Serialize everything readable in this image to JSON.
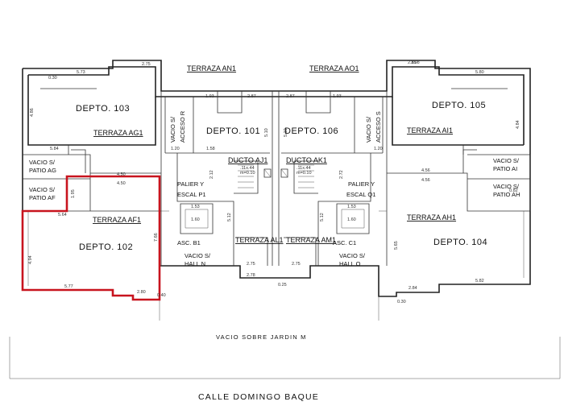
{
  "plan": {
    "apartments": [
      "DEPTO. 103",
      "DEPTO. 101",
      "DEPTO. 106",
      "DEPTO. 105",
      "DEPTO. 102",
      "DEPTO. 104"
    ],
    "terraces": [
      "TERRAZA AN1",
      "TERRAZA AO1",
      "TERRAZA AG1",
      "TERRAZA AI1",
      "TERRAZA AF1",
      "TERRAZA AH1",
      "TERRAZA AL1",
      "TERRAZA AM1"
    ],
    "voids": {
      "ag": [
        "VACIO S/",
        "PATIO AG"
      ],
      "af": [
        "VACIO S/",
        "PATIO AF"
      ],
      "ai": [
        "VACIO S/",
        "PATIO AI"
      ],
      "ah": [
        "VACIO S/",
        "PATIO AH"
      ],
      "acc_r": [
        "VACIO S/",
        "ACCESO R"
      ],
      "acc_s": [
        "VACIO S/",
        "ACCESO S"
      ],
      "hall_n": [
        "VACIO S/",
        "HALL N"
      ],
      "hall_o": [
        "VACIO S/",
        "HALL O"
      ]
    },
    "ducts": {
      "aj": {
        "label": "DUCTO AJ1",
        "size": ".11x.44",
        "m": "m=0.10"
      },
      "ak": {
        "label": "DUCTO AK1",
        "size": ".11x.44",
        "m": "m=0.10"
      }
    },
    "landings": {
      "p": [
        "PALIER Y",
        "ESCAL P1"
      ],
      "q": [
        "PALIER Y",
        "ESCAL Q1"
      ]
    },
    "elevators": [
      "ASC. B1",
      "ASC. C1"
    ],
    "garden": "VACIO SOBRE JARDIN M",
    "street": "CALLE DOMINGO BAQUE",
    "dimensions": [
      "2.75",
      "5.73",
      "4.86",
      "5.84",
      "4.50",
      "1.95",
      "4.50",
      "5.64",
      "4.94",
      "7.66",
      "5.77",
      "2.80",
      "3.08",
      "2.85",
      "5.80",
      "4.84",
      "4.56",
      "4.56",
      "5.65",
      "5.82",
      "2.84",
      "1.93",
      "2.87",
      "2.87",
      "1.93",
      "2.75",
      "2.75",
      "2.78",
      "5.12",
      "5.12",
      "1.53",
      "1.53",
      "1.60",
      "1.60",
      "5.10",
      "5.10",
      "0.30",
      "0.25",
      "0.40",
      "1.58",
      "1.20",
      "1.20",
      "2.12",
      "2.72",
      "0.82",
      "0.30"
    ]
  }
}
